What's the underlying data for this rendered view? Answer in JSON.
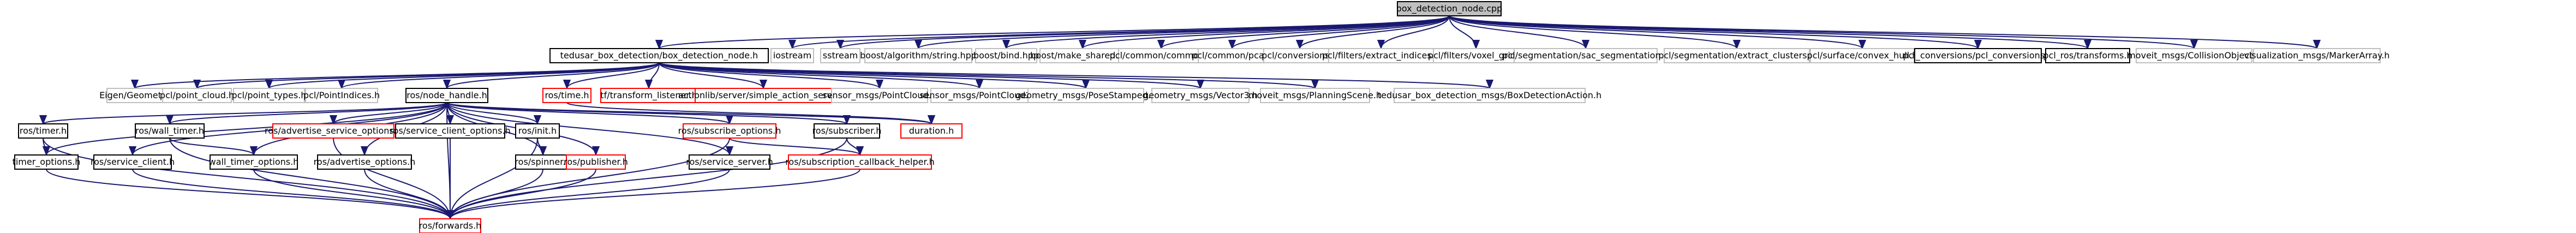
{
  "colors": {
    "edge": "#191970",
    "edge_red": "#b22222",
    "box_gray": "#bfbfbf",
    "box_red": "#ff0000",
    "box_black": "#000000",
    "root_fill": "#bfbfbf",
    "text": "#000000"
  },
  "nodes": [
    {
      "id": "root",
      "label": "box_detection_node.cpp",
      "style": "root"
    },
    {
      "id": "tb",
      "label": "tedusar_box_detection/box_detection_node.h",
      "style": "black"
    },
    {
      "id": "iostream",
      "label": "iostream",
      "style": "plain"
    },
    {
      "id": "sstream",
      "label": "sstream",
      "style": "plain"
    },
    {
      "id": "algo_string",
      "label": "boost/algorithm/string.hpp",
      "style": "plain"
    },
    {
      "id": "bind",
      "label": "boost/bind.hpp",
      "style": "plain"
    },
    {
      "id": "make_shared",
      "label": "boost/make_shared.hpp",
      "style": "plain"
    },
    {
      "id": "pcl_common",
      "label": "pcl/common/common.h",
      "style": "plain"
    },
    {
      "id": "pcl_pca",
      "label": "pcl/common/pca.h",
      "style": "plain"
    },
    {
      "id": "pcl_conv",
      "label": "pcl/conversions.h",
      "style": "plain"
    },
    {
      "id": "extract_idx",
      "label": "pcl/filters/extract_indices.h",
      "style": "plain"
    },
    {
      "id": "voxel",
      "label": "pcl/filters/voxel_grid.h",
      "style": "plain"
    },
    {
      "id": "sac_seg",
      "label": "pcl/segmentation/sac_segmentation.h",
      "style": "plain"
    },
    {
      "id": "extract_clusters",
      "label": "pcl/segmentation/extract_clusters.h",
      "style": "plain"
    },
    {
      "id": "convex_hull",
      "label": "pcl/surface/convex_hull.h",
      "style": "plain"
    },
    {
      "id": "pcl_conversions",
      "label": "pcl_conversions/pcl_conversions.h",
      "style": "black"
    },
    {
      "id": "pcl_ros",
      "label": "pcl_ros/transforms.h",
      "style": "black"
    },
    {
      "id": "collision",
      "label": "moveit_msgs/CollisionObject.h",
      "style": "plain"
    },
    {
      "id": "marker_array",
      "label": "visualization_msgs/MarkerArray.h",
      "style": "plain"
    },
    {
      "id": "eigen",
      "label": "Eigen/Geometry",
      "style": "plain"
    },
    {
      "id": "point_cloud",
      "label": "pcl/point_cloud.h",
      "style": "plain"
    },
    {
      "id": "point_types",
      "label": "pcl/point_types.h",
      "style": "plain"
    },
    {
      "id": "point_indices",
      "label": "pcl/PointIndices.h",
      "style": "plain"
    },
    {
      "id": "node_handle",
      "label": "ros/node_handle.h",
      "style": "black"
    },
    {
      "id": "ros_time",
      "label": "ros/time.h",
      "style": "red"
    },
    {
      "id": "tf_listener",
      "label": "tf/transform_listener.h",
      "style": "red"
    },
    {
      "id": "action_server",
      "label": "actionlib/server/simple_action_server.h",
      "style": "red"
    },
    {
      "id": "sensor_pc",
      "label": "sensor_msgs/PointCloud.h",
      "style": "plain"
    },
    {
      "id": "sensor_pc2",
      "label": "sensor_msgs/PointCloud2.h",
      "style": "plain"
    },
    {
      "id": "pose_stamped",
      "label": "geometry_msgs/PoseStamped.h",
      "style": "plain"
    },
    {
      "id": "vector3",
      "label": "geometry_msgs/Vector3.h",
      "style": "plain"
    },
    {
      "id": "planning_scene",
      "label": "moveit_msgs/PlanningScene.h",
      "style": "plain"
    },
    {
      "id": "box_action",
      "label": "tedusar_box_detection_msgs/BoxDetectionAction.h",
      "style": "plain"
    },
    {
      "id": "duration",
      "label": "duration.h",
      "style": "red"
    },
    {
      "id": "ros_timer",
      "label": "ros/timer.h",
      "style": "black"
    },
    {
      "id": "wall_timer",
      "label": "ros/wall_timer.h",
      "style": "black"
    },
    {
      "id": "adv_srv_opts",
      "label": "ros/advertise_service_options.h",
      "style": "red"
    },
    {
      "id": "srv_client_opts",
      "label": "ros/service_client_options.h",
      "style": "black"
    },
    {
      "id": "ros_init",
      "label": "ros/init.h",
      "style": "black"
    },
    {
      "id": "sub_opts",
      "label": "ros/subscribe_options.h",
      "style": "red"
    },
    {
      "id": "subscriber",
      "label": "ros/subscriber.h",
      "style": "black"
    },
    {
      "id": "timer_opts",
      "label": "timer_options.h",
      "style": "black"
    },
    {
      "id": "service_client",
      "label": "ros/service_client.h",
      "style": "black"
    },
    {
      "id": "wall_timer_opts",
      "label": "wall_timer_options.h",
      "style": "black"
    },
    {
      "id": "adv_opts",
      "label": "ros/advertise_options.h",
      "style": "black"
    },
    {
      "id": "spinner",
      "label": "ros/spinner.h",
      "style": "black"
    },
    {
      "id": "publisher",
      "label": "ros/publisher.h",
      "style": "red"
    },
    {
      "id": "service_server",
      "label": "ros/service_server.h",
      "style": "black"
    },
    {
      "id": "sub_cb_helper",
      "label": "ros/subscription_callback_helper.h",
      "style": "red"
    },
    {
      "id": "forwards",
      "label": "ros/forwards.h",
      "style": "red"
    }
  ],
  "edges": [
    [
      "root",
      "tb"
    ],
    [
      "root",
      "iostream"
    ],
    [
      "root",
      "sstream"
    ],
    [
      "root",
      "algo_string"
    ],
    [
      "root",
      "bind"
    ],
    [
      "root",
      "make_shared"
    ],
    [
      "root",
      "pcl_common"
    ],
    [
      "root",
      "pcl_pca"
    ],
    [
      "root",
      "pcl_conv"
    ],
    [
      "root",
      "extract_idx"
    ],
    [
      "root",
      "voxel"
    ],
    [
      "root",
      "sac_seg"
    ],
    [
      "root",
      "extract_clusters"
    ],
    [
      "root",
      "convex_hull"
    ],
    [
      "root",
      "pcl_conversions"
    ],
    [
      "root",
      "pcl_ros"
    ],
    [
      "root",
      "collision"
    ],
    [
      "root",
      "marker_array"
    ],
    [
      "tb",
      "eigen"
    ],
    [
      "tb",
      "point_cloud"
    ],
    [
      "tb",
      "point_types"
    ],
    [
      "tb",
      "point_indices"
    ],
    [
      "tb",
      "node_handle"
    ],
    [
      "tb",
      "ros_time"
    ],
    [
      "tb",
      "tf_listener"
    ],
    [
      "tb",
      "action_server"
    ],
    [
      "tb",
      "sensor_pc"
    ],
    [
      "tb",
      "sensor_pc2"
    ],
    [
      "tb",
      "pose_stamped"
    ],
    [
      "tb",
      "vector3"
    ],
    [
      "tb",
      "planning_scene"
    ],
    [
      "tb",
      "box_action"
    ],
    [
      "ros_time",
      "duration"
    ],
    [
      "node_handle",
      "ros_timer"
    ],
    [
      "node_handle",
      "wall_timer"
    ],
    [
      "node_handle",
      "adv_srv_opts"
    ],
    [
      "node_handle",
      "srv_client_opts"
    ],
    [
      "node_handle",
      "ros_init"
    ],
    [
      "node_handle",
      "sub_opts"
    ],
    [
      "node_handle",
      "subscriber"
    ],
    [
      "node_handle",
      "duration"
    ],
    [
      "node_handle",
      "timer_opts"
    ],
    [
      "node_handle",
      "service_client"
    ],
    [
      "node_handle",
      "wall_timer_opts"
    ],
    [
      "node_handle",
      "adv_opts"
    ],
    [
      "node_handle",
      "spinner"
    ],
    [
      "node_handle",
      "publisher"
    ],
    [
      "node_handle",
      "service_server"
    ],
    [
      "node_handle",
      "forwards"
    ],
    [
      "ros_timer",
      "timer_opts"
    ],
    [
      "ros_timer",
      "forwards"
    ],
    [
      "wall_timer",
      "wall_timer_opts"
    ],
    [
      "wall_timer",
      "forwards"
    ],
    [
      "adv_srv_opts",
      "forwards"
    ],
    [
      "srv_client_opts",
      "forwards"
    ],
    [
      "ros_init",
      "spinner"
    ],
    [
      "ros_init",
      "forwards"
    ],
    [
      "sub_opts",
      "sub_cb_helper"
    ],
    [
      "sub_opts",
      "forwards"
    ],
    [
      "subscriber",
      "sub_cb_helper"
    ],
    [
      "subscriber",
      "forwards"
    ],
    [
      "timer_opts",
      "forwards"
    ],
    [
      "service_client",
      "forwards"
    ],
    [
      "wall_timer_opts",
      "forwards"
    ],
    [
      "adv_opts",
      "forwards"
    ],
    [
      "spinner",
      "forwards"
    ],
    [
      "publisher",
      "forwards"
    ],
    [
      "service_server",
      "forwards"
    ],
    [
      "sub_cb_helper",
      "forwards"
    ]
  ]
}
